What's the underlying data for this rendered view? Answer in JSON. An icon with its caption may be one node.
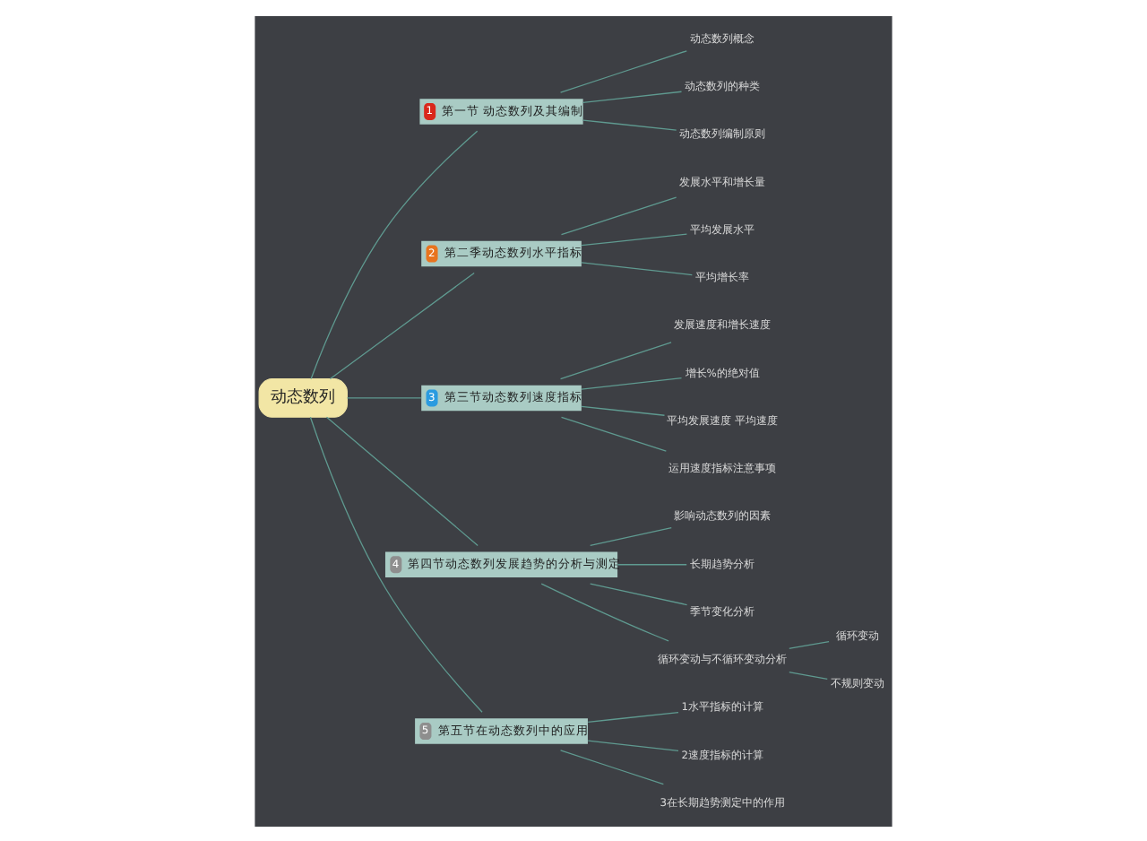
{
  "diagram": {
    "nodes": [
      {
        "text": [
          "动态数列"
        ]
      },
      {
        "text": [
          "1",
          "第一节 动态数列及其编制"
        ]
      },
      {
        "text": [
          "动态数列概念"
        ]
      },
      {
        "text": [
          "动态数列的种类"
        ]
      },
      {
        "text": [
          "动态数列编制原则"
        ]
      },
      {
        "text": [
          "2",
          "第二季动态数列水平指标"
        ]
      },
      {
        "text": [
          "发展水平和增长量"
        ]
      },
      {
        "text": [
          "平均发展水平"
        ]
      },
      {
        "text": [
          "平均增长率"
        ]
      },
      {
        "text": [
          "3",
          "第三节动态数列速度指标"
        ]
      },
      {
        "text": [
          "发展速度和增长速度"
        ]
      },
      {
        "text": [
          "增长%的绝对值"
        ]
      },
      {
        "text": [
          "平均发展速度 平均速度"
        ]
      },
      {
        "text": [
          "运用速度指标注意事项"
        ]
      },
      {
        "text": [
          "4",
          "第四节动态数列发展趋势的分析与测定"
        ]
      },
      {
        "text": [
          "影响动态数列的因素"
        ]
      },
      {
        "text": [
          "长期趋势分析"
        ]
      },
      {
        "text": [
          "季节变化分析"
        ]
      },
      {
        "text": [
          "循环变动与不循环变动分析"
        ]
      },
      {
        "text": [
          "循环变动"
        ]
      },
      {
        "text": [
          "不规则变动"
        ]
      },
      {
        "text": [
          "5",
          "第五节在动态数列中的应用"
        ]
      },
      {
        "text": [
          "1水平指标的计算"
        ]
      },
      {
        "text": [
          "2速度指标的计算"
        ]
      },
      {
        "text": [
          "3在长期趋势测定中的作用"
        ]
      }
    ],
    "edges": [
      {
        "from": 0,
        "to": 1,
        "arrow": "none"
      },
      {
        "from": 1,
        "to": 2,
        "arrow": "none"
      },
      {
        "from": 1,
        "to": 3,
        "arrow": "none"
      },
      {
        "from": 1,
        "to": 4,
        "arrow": "none"
      },
      {
        "from": 0,
        "to": 5,
        "arrow": "none"
      },
      {
        "from": 5,
        "to": 6,
        "arrow": "none"
      },
      {
        "from": 5,
        "to": 7,
        "arrow": "none"
      },
      {
        "from": 5,
        "to": 8,
        "arrow": "none"
      },
      {
        "from": 0,
        "to": 9,
        "arrow": "none"
      },
      {
        "from": 9,
        "to": 10,
        "arrow": "none"
      },
      {
        "from": 9,
        "to": 11,
        "arrow": "none"
      },
      {
        "from": 9,
        "to": 12,
        "arrow": "none"
      },
      {
        "from": 9,
        "to": 13,
        "arrow": "none"
      },
      {
        "from": 0,
        "to": 14,
        "arrow": "none"
      },
      {
        "from": 14,
        "to": 15,
        "arrow": "none"
      },
      {
        "from": 14,
        "to": 16,
        "arrow": "none"
      },
      {
        "from": 14,
        "to": 17,
        "arrow": "none"
      },
      {
        "from": 14,
        "to": 18,
        "arrow": "none"
      },
      {
        "from": 18,
        "to": 19,
        "arrow": "none"
      },
      {
        "from": 18,
        "to": 20,
        "arrow": "none"
      },
      {
        "from": 0,
        "to": 21,
        "arrow": "none"
      },
      {
        "from": 21,
        "to": 22,
        "arrow": "none"
      },
      {
        "from": 21,
        "to": 23,
        "arrow": "none"
      },
      {
        "from": 21,
        "to": 24,
        "arrow": "none"
      }
    ]
  }
}
